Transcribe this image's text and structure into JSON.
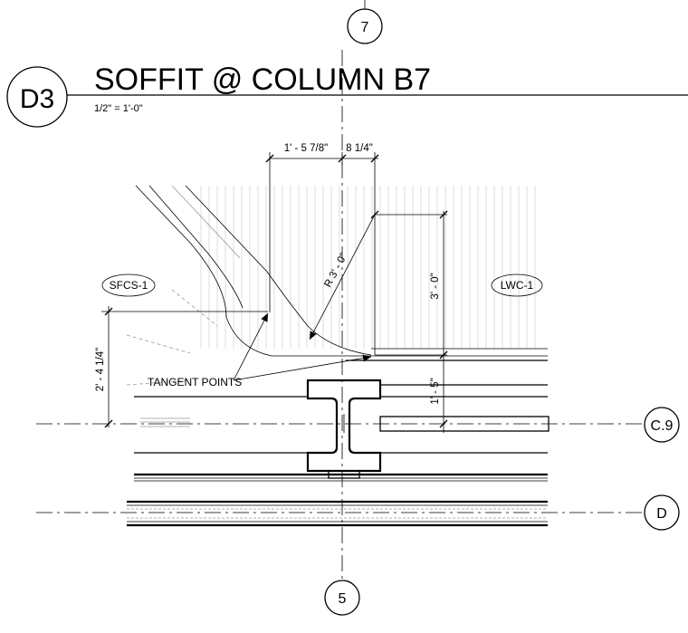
{
  "detail": {
    "id": "D3",
    "title": "SOFFIT @ COLUMN B7",
    "scale": "1/2\" = 1'-0\""
  },
  "grid_bubbles": {
    "top": "7",
    "bottom": "5",
    "right_upper": "C.9",
    "right_lower": "D"
  },
  "tags": {
    "left": "SFCS-1",
    "right": "LWC-1"
  },
  "dimensions": {
    "top_left": "1' - 5 7/8\"",
    "top_right": "8 1/4\"",
    "radius": "R 3' - 0\"",
    "right_vertical": "3' - 0\"",
    "right_small": "1' - 5\"",
    "left_vertical": "2' - 4 1/4\""
  },
  "notes": {
    "tangent_points": "TANGENT POINTS"
  }
}
